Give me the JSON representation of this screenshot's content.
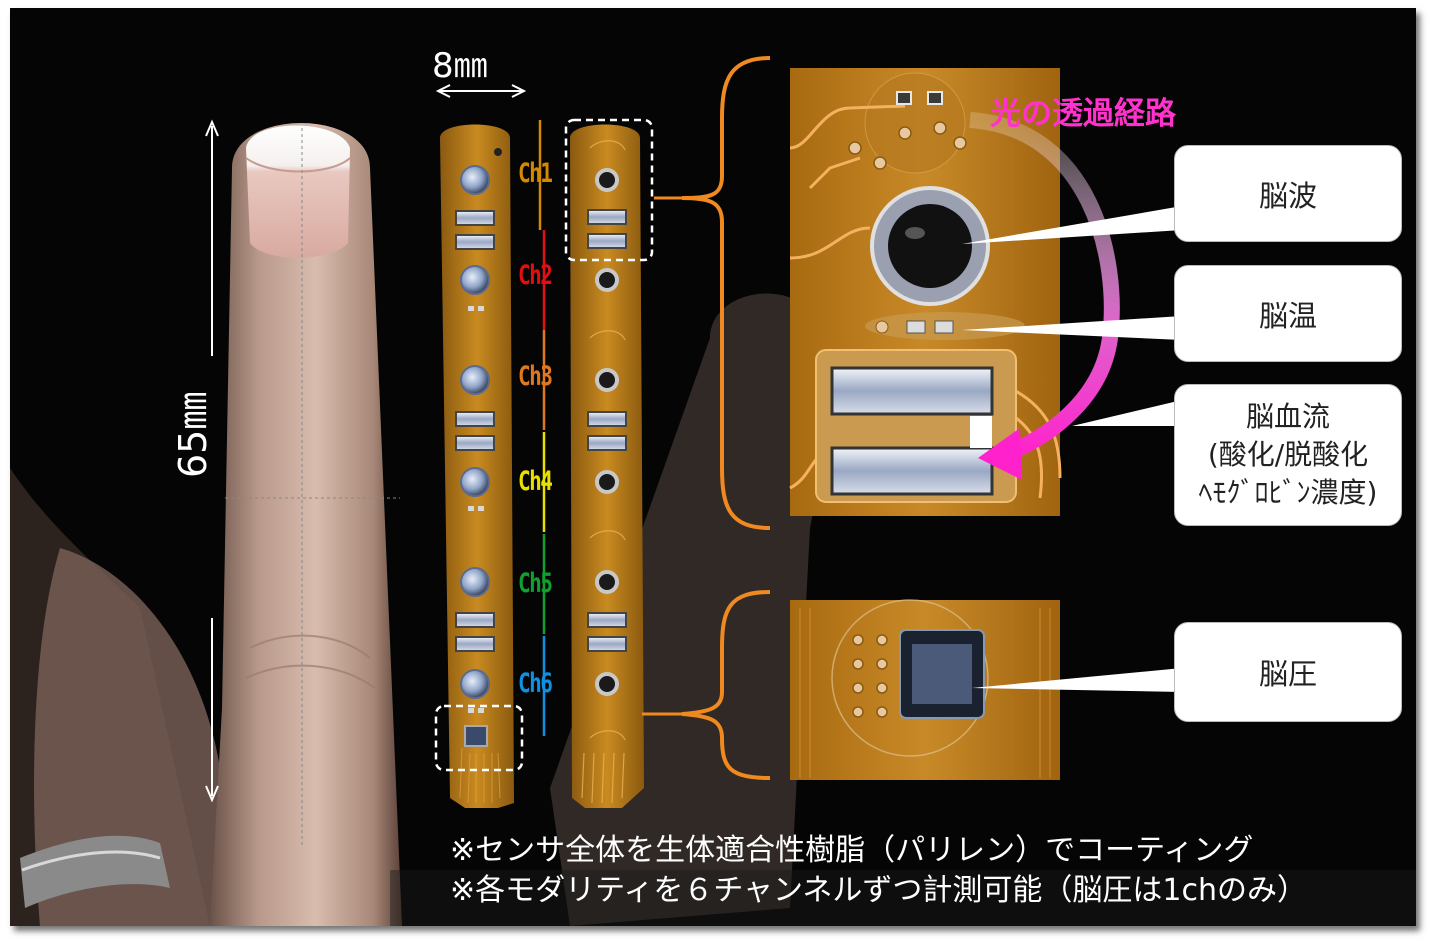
{
  "dimensions": {
    "width_label": "8㎜",
    "length_label": "65㎜"
  },
  "channels": [
    {
      "label": "Ch1",
      "color": "#d48a00"
    },
    {
      "label": "Ch2",
      "color": "#e01010"
    },
    {
      "label": "Ch3",
      "color": "#e07820"
    },
    {
      "label": "Ch4",
      "color": "#e8e000"
    },
    {
      "label": "Ch5",
      "color": "#10a030"
    },
    {
      "label": "Ch6",
      "color": "#1090e0"
    }
  ],
  "light_path_label": "光の透過経路",
  "light_path_color": "#ff33cc",
  "callouts": {
    "eeg": "脳波",
    "temperature": "脳温",
    "blood_flow_line1": "脳血流",
    "blood_flow_line2": "(酸化/脱酸化",
    "blood_flow_line3": "ﾍﾓｸﾞﾛﾋﾞﾝ濃度)",
    "pressure": "脳圧"
  },
  "notes": {
    "line1": "※センサ全体を生体適合性樹脂（パリレン）でコーティング",
    "line2": "※各モダリティを６チャンネルずつ計測可能（脳圧は1chのみ）"
  },
  "colors": {
    "pcb": "#c9861c",
    "trace": "#e89a3a",
    "background": "#050505"
  }
}
